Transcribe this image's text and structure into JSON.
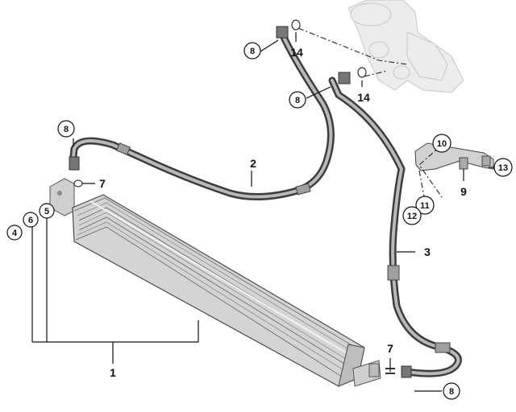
{
  "callouts": {
    "c1": "1",
    "c2": "2",
    "c3": "3",
    "c4": "4",
    "c5": "5",
    "c6": "6",
    "c7a": "7",
    "c7b": "7",
    "c8a": "8",
    "c8b": "8",
    "c8c": "8",
    "c8d": "8",
    "c9": "9",
    "c10": "10",
    "c11": "11",
    "c12": "12",
    "c13": "13",
    "c14a": "14",
    "c14b": "14"
  },
  "colors": {
    "line": "#111111",
    "hose": "#3d3d3d",
    "cooler_body": "#d4d4d4",
    "ghost_part": "#ececec"
  }
}
